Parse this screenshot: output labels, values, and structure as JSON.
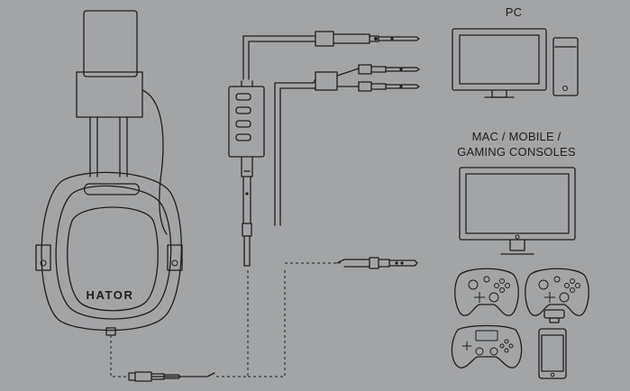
{
  "labels": {
    "pc": "PC",
    "mac_line1": "MAC / MOBILE /",
    "mac_line2": "GAMING CONSOLES",
    "brand": "HATOR"
  },
  "colors": {
    "background": "#a3a4a6",
    "line": "#1e1e1e"
  }
}
